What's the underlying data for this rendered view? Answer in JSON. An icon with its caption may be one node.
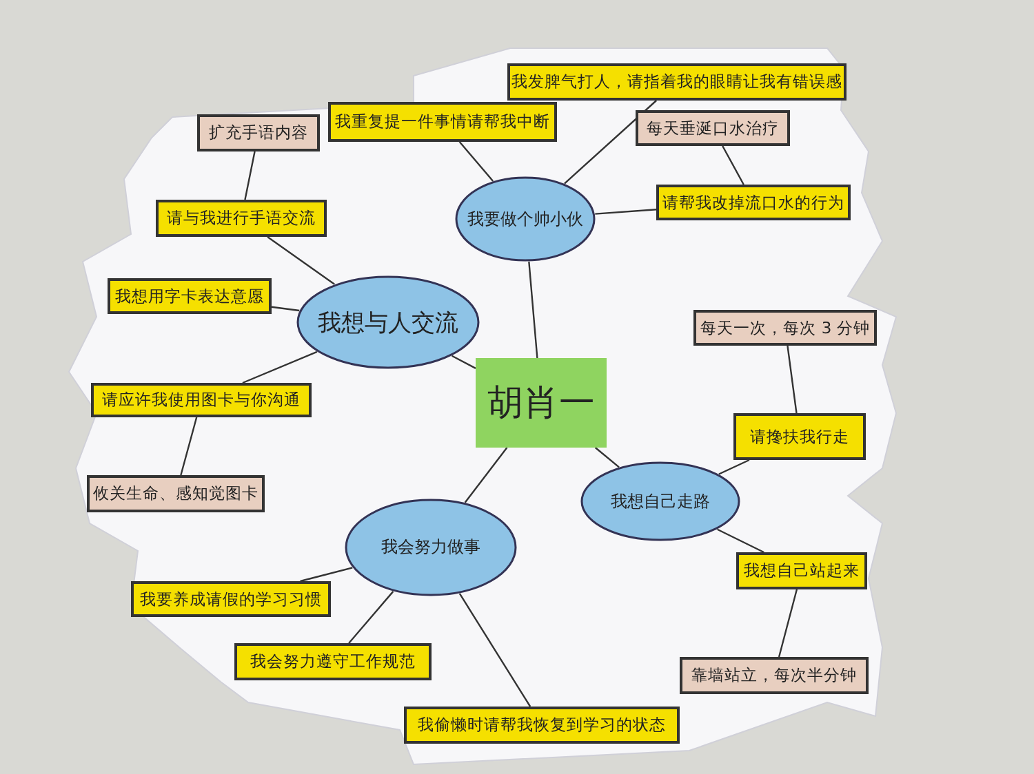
{
  "diagram": {
    "nodes": [
      {
        "text": [
          "胡肖一"
        ]
      },
      {
        "text": [
          "我要做个帅小伙"
        ]
      },
      {
        "text": [
          "我重复提一件事情请帮我中断"
        ]
      },
      {
        "text": [
          "我发脾气打人，请指着我的眼睛让我有错误感"
        ]
      },
      {
        "text": [
          "每天垂涎口水治疗"
        ]
      },
      {
        "text": [
          "请帮我改掉流口水的行为"
        ]
      },
      {
        "text": [
          "我想与人交流"
        ]
      },
      {
        "text": [
          "扩充手语内容"
        ]
      },
      {
        "text": [
          "请与我进行手语交流"
        ]
      },
      {
        "text": [
          "我想用字卡表达意愿"
        ]
      },
      {
        "text": [
          "请应许我使用图卡与你沟通"
        ]
      },
      {
        "text": [
          "攸关生命、感知觉图卡"
        ]
      },
      {
        "text": [
          "我想自己走路"
        ]
      },
      {
        "text": [
          "每天一次，每次 3 分钟"
        ]
      },
      {
        "text": [
          "请搀扶我行走"
        ]
      },
      {
        "text": [
          "我想自己站起来"
        ]
      },
      {
        "text": [
          "靠墙站立，每次半分钟"
        ]
      },
      {
        "text": [
          "我会努力做事"
        ]
      },
      {
        "text": [
          "我要养成请假的学习习惯"
        ]
      },
      {
        "text": [
          "我会努力遵守工作规范"
        ]
      },
      {
        "text": [
          "我偷懒时请帮我恢复到学习的状态"
        ]
      }
    ],
    "edges": [
      {
        "from": 0,
        "to": 1,
        "arrow": "none"
      },
      {
        "from": 0,
        "to": 6,
        "arrow": "none"
      },
      {
        "from": 0,
        "to": 12,
        "arrow": "none"
      },
      {
        "from": 0,
        "to": 17,
        "arrow": "none"
      },
      {
        "from": 1,
        "to": 2,
        "arrow": "none"
      },
      {
        "from": 1,
        "to": 3,
        "arrow": "none"
      },
      {
        "from": 1,
        "to": 5,
        "arrow": "none"
      },
      {
        "from": 5,
        "to": 4,
        "arrow": "none"
      },
      {
        "from": 6,
        "to": 8,
        "arrow": "none"
      },
      {
        "from": 8,
        "to": 7,
        "arrow": "none"
      },
      {
        "from": 6,
        "to": 9,
        "arrow": "none"
      },
      {
        "from": 6,
        "to": 10,
        "arrow": "none"
      },
      {
        "from": 10,
        "to": 11,
        "arrow": "none"
      },
      {
        "from": 12,
        "to": 14,
        "arrow": "none"
      },
      {
        "from": 14,
        "to": 13,
        "arrow": "none"
      },
      {
        "from": 12,
        "to": 15,
        "arrow": "none"
      },
      {
        "from": 15,
        "to": 16,
        "arrow": "none"
      },
      {
        "from": 17,
        "to": 18,
        "arrow": "none"
      },
      {
        "from": 17,
        "to": 19,
        "arrow": "none"
      },
      {
        "from": 17,
        "to": 20,
        "arrow": "none"
      }
    ]
  }
}
